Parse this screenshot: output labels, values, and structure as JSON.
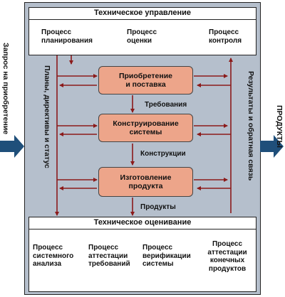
{
  "top_panel": {
    "title": "Техническое управление",
    "processes": [
      "Процесс\nпланирования",
      "Процесс\nоценки",
      "Процесс\nконтроля"
    ]
  },
  "bottom_panel": {
    "title": "Техническое оценивание",
    "processes": [
      "Процесс\nсистемного\nанализа",
      "Процесс\nаттестации\nтребований",
      "Процесс\nверификации\nсистемы",
      "Процесс\nаттестации\nконечных\nпродуктов"
    ]
  },
  "blocks": [
    "Приобретение\nи поставка",
    "Конструирование\nсистемы",
    "Изготовление\nпродукта"
  ],
  "flow_labels": [
    "Требования",
    "Конструкции",
    "Продукты"
  ],
  "side_labels": {
    "left_outer": "Запрос на приобретение",
    "right_outer": "ПРОДУКТЫ",
    "left_inner": "Планы, директивы и статус",
    "right_inner": "Результаты и обратная связь"
  },
  "colors": {
    "frame": "#b5bfcc",
    "block": "#eda58a",
    "line": "#8b1a1a",
    "big_arrow": "#1f4f7a"
  }
}
